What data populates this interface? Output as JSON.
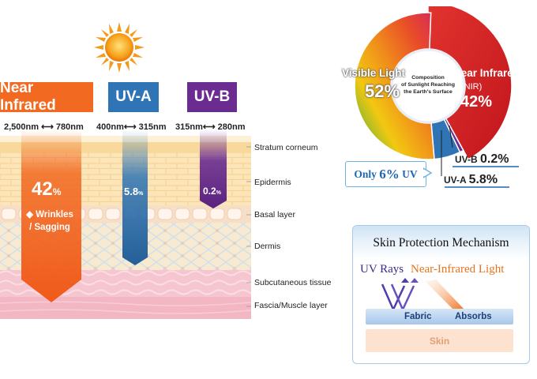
{
  "headers": {
    "nir": "Near Infrared",
    "uva": "UV-A",
    "uvb": "UV-B"
  },
  "wavelengths": {
    "nir": "2,500nm ⟷ 780nm",
    "uva": "400nm⟷ 315nm",
    "uvb": "315nm⟷ 280nm"
  },
  "penetration": {
    "nir_value": "42",
    "nir_unit": "%",
    "nir_effect": "◆ Wrinkles\n/ Sagging",
    "uva_value": "5.8",
    "uva_unit": "%",
    "uvb_value": "0.2",
    "uvb_unit": "%"
  },
  "layers": [
    "Stratum corneum",
    "Epidermis",
    "Basal layer",
    "Dermis",
    "Subcutaneous tissue",
    "Fascia/Muscle layer"
  ],
  "donut": {
    "center_text": [
      "Composition",
      "of Sunlight Reaching",
      "the Earth's Surface"
    ],
    "visible_label": "Visible Light",
    "visible_value": "52%",
    "nir_label": "Near Infrared",
    "nir_sub": "(NIR)",
    "nir_value": "42%",
    "uvb_label": "UV-B",
    "uvb_value": "0.2%",
    "uva_label": "UV-A",
    "uva_value": "5.8%",
    "only_prefix": "Only ",
    "only_value": "6%",
    "only_suffix": " UV"
  },
  "chart_data": {
    "type": "pie",
    "title": "Composition of Sunlight Reaching the Earth's Surface",
    "categories": [
      "Near Infrared (NIR)",
      "Visible Light",
      "UV-A",
      "UV-B"
    ],
    "values": [
      42,
      52,
      5.8,
      0.2
    ]
  },
  "protection": {
    "title": "Skin Protection Mechanism",
    "uv_rays": "UV Rays",
    "nir_light": "Near-Infrared Light",
    "fabric": "Fabric",
    "absorbs": "Absorbs",
    "skin": "Skin"
  },
  "colors": {
    "nir": "#f26a21",
    "uva": "#2f75b5",
    "uvb": "#6a2c91",
    "blue_text": "#1f66b1"
  }
}
